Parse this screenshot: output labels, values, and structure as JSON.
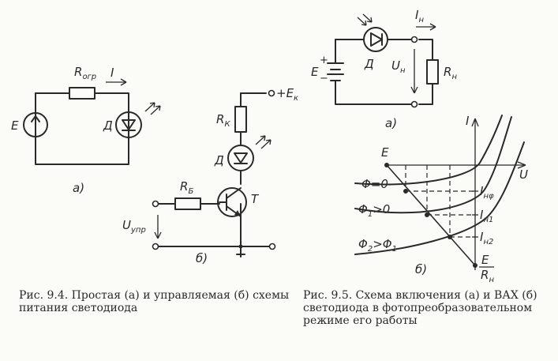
{
  "fig94": {
    "a": {
      "source_label": "E",
      "resistor_label": "R",
      "resistor_sub": "огр",
      "current_label": "I",
      "diode_label": "Д",
      "panel_label": "а)"
    },
    "b": {
      "supply_label": "+E",
      "supply_sub": "к",
      "collector_res_label": "R",
      "collector_res_sub": "К",
      "diode_label": "Д",
      "base_res_label": "R",
      "base_res_sub": "Б",
      "transistor_label": "T",
      "control_label": "U",
      "control_sub": "упр",
      "panel_label": "б)"
    },
    "caption": "Рис. 9.4. Простая (а) и управляемая (б) схемы питания светодиода"
  },
  "fig95": {
    "a": {
      "current_label": "I",
      "current_sub": "н",
      "diode_label": "Д",
      "source_label": "E",
      "plus": "+",
      "minus": "−",
      "voltage_label": "U",
      "voltage_sub": "н",
      "load_label": "R",
      "load_sub": "н",
      "panel_label": "а)"
    },
    "b": {
      "y_axis": "I",
      "x_axis": "U",
      "e_label": "E",
      "curves": [
        {
          "label": "Φ=0",
          "current": "I",
          "current_sub": "нφ"
        },
        {
          "label": "Φ",
          "label_sub": "1",
          "label_rest": ">0",
          "current": "I",
          "current_sub": "н1"
        },
        {
          "label": "Φ",
          "label_sub": "2",
          "label_rest": ">Φ",
          "label_rest_sub": "1",
          "current": "I",
          "current_sub": "н2"
        }
      ],
      "frac_num": "E",
      "frac_den": "R",
      "frac_den_sub": "н",
      "panel_label": "б)"
    },
    "caption": "Рис. 9.5. Схема включения (а) и ВАХ (б) светодиода в фотопреобразовательном режиме его работы"
  }
}
